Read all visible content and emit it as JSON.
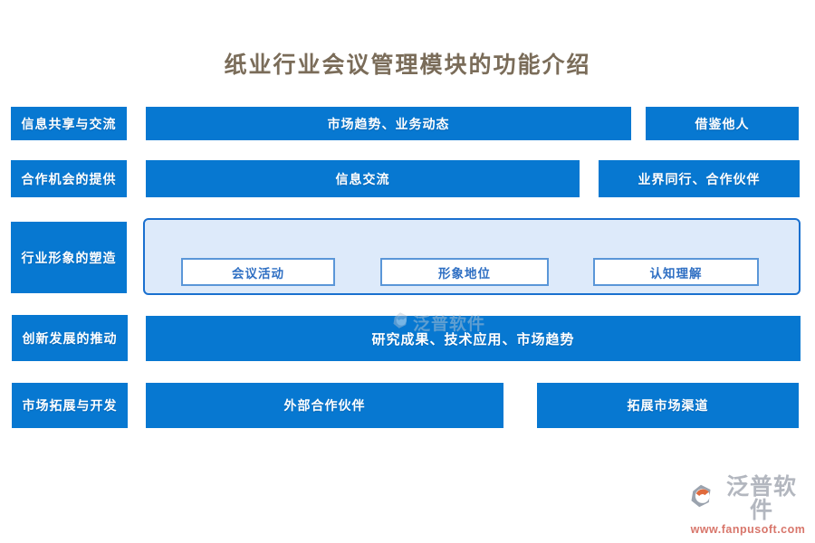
{
  "title": "纸业行业会议管理模块的功能介绍",
  "colors": {
    "bar_blue": "#0778d1",
    "group_fill": "#ddeafa",
    "group_border": "#1a70cf",
    "sub_box_border": "#5a96d8",
    "sub_box_text": "#2f6fc3",
    "title_text": "#7a6c59",
    "logo_gray": "#b3b7bf",
    "logo_orange": "#e06a3c",
    "logo_url_red": "#d8766b"
  },
  "rows": [
    {
      "left": "信息共享与交流",
      "items": [
        {
          "label": "市场趋势、业务动态"
        },
        {
          "label": "借鉴他人"
        }
      ]
    },
    {
      "left": "合作机会的提供",
      "items": [
        {
          "label": "信息交流"
        },
        {
          "label": "业界同行、合作伙伴"
        }
      ]
    },
    {
      "left": "行业形象的塑造",
      "group": [
        {
          "label": "会议活动"
        },
        {
          "label": "形象地位"
        },
        {
          "label": "认知理解"
        }
      ]
    },
    {
      "left": "创新发展的推动",
      "items": [
        {
          "label": "研究成果、技术应用、市场趋势"
        }
      ]
    },
    {
      "left": "市场拓展与开发",
      "items": [
        {
          "label": "外部合作伙伴"
        },
        {
          "label": "拓展市场渠道"
        }
      ]
    }
  ],
  "watermark": {
    "brand": "泛普软件"
  },
  "footer_logo": {
    "brand": "泛普软件",
    "url": "www.fanpusoft.com"
  }
}
